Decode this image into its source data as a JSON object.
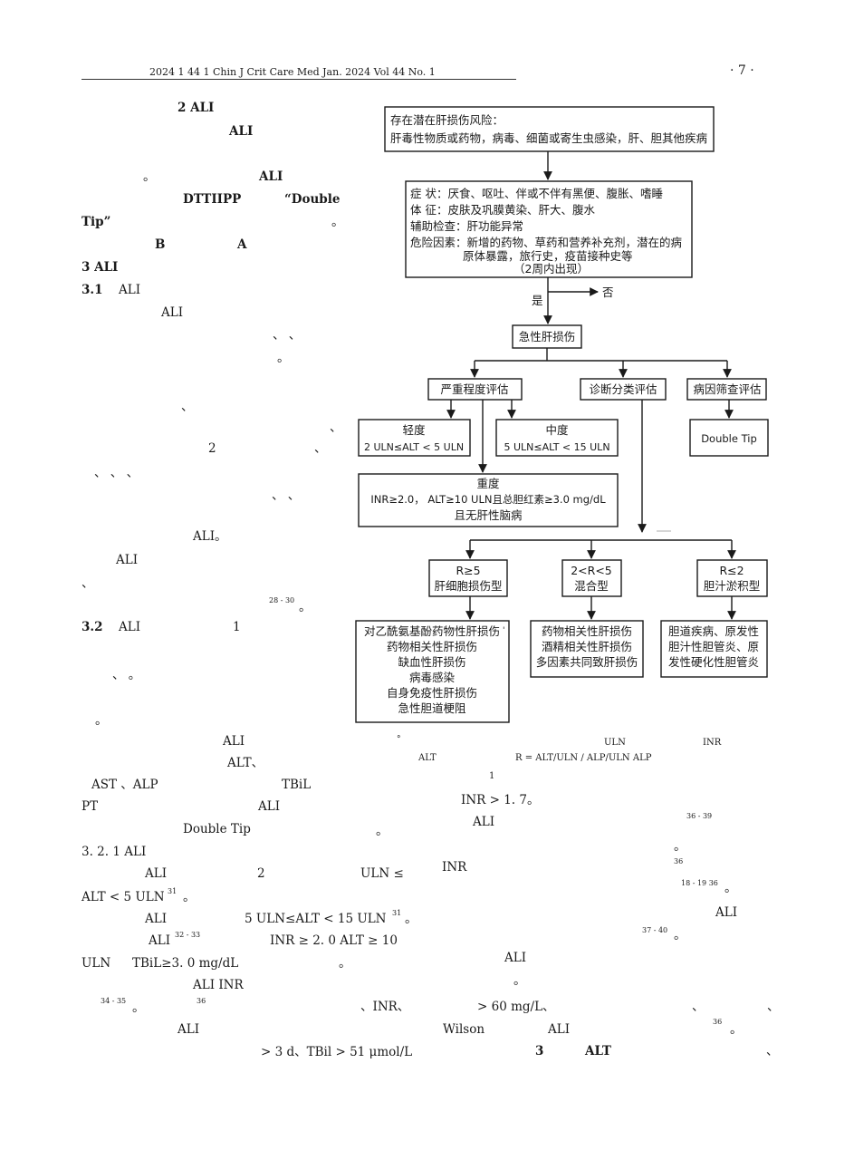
{
  "header": {
    "left": "2024   1      44       1     Chin J Crit Care Med Jan. 2024  Vol 44  No. 1",
    "page": "· 7 ·"
  },
  "left_col": {
    "l1": "2  ALI",
    "l2": "ALI",
    "l3a": "。",
    "l3b": "ALI",
    "l4a": "DTTIIPP",
    "l4b": "“Double",
    "l5a": "Tip”",
    "l5b": "。",
    "l6a": "B",
    "l6b": "A",
    "l7": "3   ALI",
    "l8": "3.1",
    "l8b": "ALI",
    "l9": "ALI",
    "l10": "、      、",
    "l11": "。",
    "l12": "、",
    "l13": "、",
    "l14a": "2",
    "l14b": "、",
    "l15": "、                        、      、",
    "l16": "、     、",
    "l17": "ALI。",
    "l18": "ALI",
    "l19": "、",
    "l20sup": "28 - 30",
    "l20": "。",
    "l21": "3.2",
    "l21b": "ALI",
    "l21c": "1",
    "l22": "、                       。",
    "l23": "。",
    "l24": "ALI",
    "l25": "ALT、",
    "l26a": "AST  、ALP",
    "l26b": "TBiL",
    "l27a": "PT",
    "l27b": "ALI",
    "l28a": "Double Tip",
    "l28b": "。",
    "l29": "3. 2. 1    ALI",
    "l30a": "ALI",
    "l30b": "2",
    "l30c": "ULN   ≤",
    "l31": "ALT < 5  ULN",
    "l31sup": "31",
    "l31b": "。",
    "l32a": "ALI",
    "l32b": "5 ULN≤ALT < 15 ULN",
    "l32sup": "31",
    "l32c": "。",
    "l33a": "ALI",
    "l33sup": "32 - 33",
    "l33b": "INR ≥ 2. 0   ALT ≥ 10",
    "l34a": "ULN",
    "l34b": "TBiL≥3. 0  mg/dL",
    "l34c": "。",
    "l35": "ALI   INR",
    "l36sup1": "34 - 35",
    "l36a": "。",
    "l36sup2": "36",
    "l37": "ALI",
    "l38": "> 3  d、TBil > 51  μmol/L"
  },
  "right_col": {
    "r0": "°",
    "r0b": "ULN",
    "r0c": "INR",
    "r1a": "ALT",
    "r1b": "R =   ALT/ULN   /   ALP/ULN    ALP",
    "r2": "1",
    "r3": "INR > 1. 7。",
    "r4": "ALI",
    "r4sup": "36 - 39",
    "r5": "。",
    "r6sup": "36",
    "r6": "INR",
    "r7sup": "18 - 19  36",
    "r7": "。",
    "r8": "ALI",
    "r9sup": "37 - 40",
    "r9": "。",
    "r10": "ALI",
    "r11": "。",
    "r12a": "、INR、",
    "r12b": "> 60  mg/L、",
    "r12c": "、",
    "r12d": "、",
    "r13a": "Wilson",
    "r13b": "ALI",
    "r13sup": "36",
    "r13c": "。",
    "r14a": "3",
    "r14b": "ALT",
    "r14c": "、"
  },
  "figure": {
    "box1": [
      "存在潜在肝损伤风险：",
      "肝毒性物质或药物，病毒、细菌或寄生虫感染，肝、胆其他疾病"
    ],
    "box2": [
      "症      状：厌食、呕吐、伴或不伴有黑便、腹胀、嗜睡",
      "体      征：皮肤及巩膜黄染、肝大、腹水",
      "辅助检查：肝功能异常",
      "危险因素：新增的药物、草药和营养补充剂，潜在的病",
      "原体暴露，旅行史，疫苗接种史等",
      "（2周内出现）"
    ],
    "yes": "是",
    "no": "否",
    "acute": "急性肝损伤",
    "sev": "严重程度评估",
    "diag": "诊断分类评估",
    "cause": "病因筛查评估",
    "mild": [
      "轻度",
      "2 ULN≤ALT < 5 ULN"
    ],
    "moderate": [
      "中度",
      "5 ULN≤ALT < 15 ULN"
    ],
    "dtip": "Double Tip",
    "severe": [
      "重度",
      "INR≥2.0，  ALT≥10 ULN且总胆红素≥3.0 mg/dL",
      "且无肝性脑病"
    ],
    "r1": [
      "R≥5",
      "肝细胞损伤型"
    ],
    "r2": [
      "2<R<5",
      "混合型"
    ],
    "r3": [
      "R≤2",
      "胆汁淤积型"
    ],
    "o1": [
      "对乙酰氨基酚药物性肝损伤",
      "药物相关性肝损伤",
      "缺血性肝损伤",
      "病毒感染",
      "自身免疫性肝损伤",
      "急性胆道梗阻"
    ],
    "o1mark": "'",
    "o2": [
      "药物相关性肝损伤",
      "酒精相关性肝损伤",
      "多因素共同致肝损伤"
    ],
    "o3": [
      "胆道疾病、原发性",
      "胆汁性胆管炎、原",
      "发性硬化性胆管炎"
    ]
  }
}
